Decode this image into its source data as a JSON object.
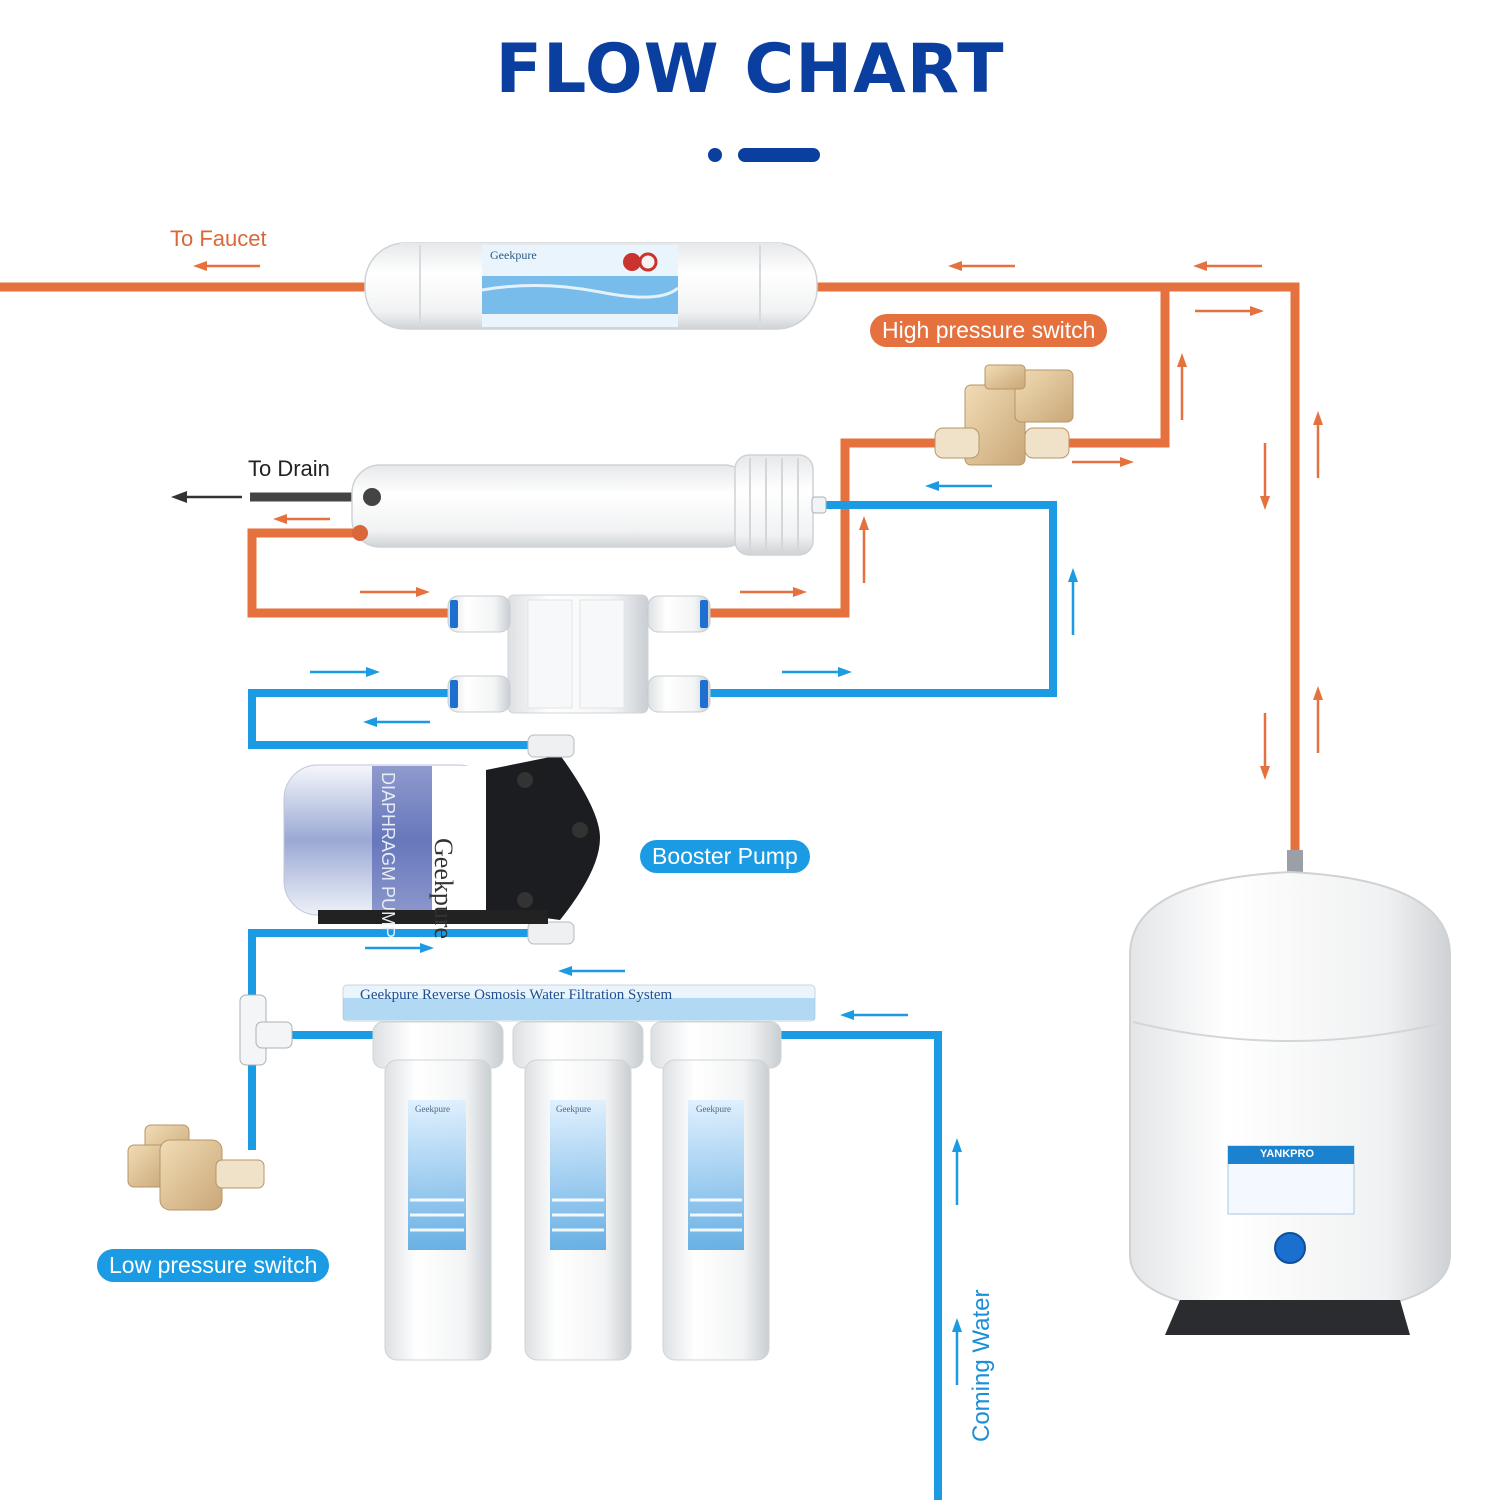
{
  "title": "FLOW CHART",
  "labels": {
    "to_faucet": "To Faucet",
    "to_drain": "To Drain",
    "high_pressure_switch": "High pressure switch",
    "booster_pump": "Booster Pump",
    "low_pressure_switch": "Low pressure switch",
    "coming_water": "Coming Water"
  },
  "product": {
    "post_filter_brand": "Geekpure",
    "pump_brand": "Geekpure",
    "pump_label": "DIAPHRAGM PUMP",
    "system_banner": "Geekpure  Reverse  Osmosis Water Filtration System",
    "housing_brand": "Geekpure",
    "tank_brand": "YANKPRO"
  },
  "colors": {
    "title": "#0a3fa0",
    "concentrate_line": "#e4713e",
    "feed_line": "#1a9be3",
    "drain_line": "#444444"
  }
}
